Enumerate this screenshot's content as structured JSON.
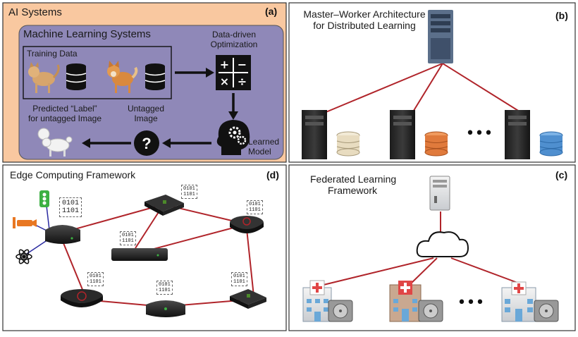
{
  "panel_a": {
    "title": "AI Systems",
    "tag": "(a)",
    "ml_title": "Machine Learning Systems",
    "training_data": "Training Data",
    "optimization": [
      "Data-driven",
      "Optimization"
    ],
    "untagged": [
      "Untagged",
      "Image"
    ],
    "predicted": [
      "Predicted “Label”",
      "for untagged Image"
    ],
    "learned_model": [
      "Learned",
      "Model"
    ],
    "question_mark": "?",
    "calculator_symbols": [
      "+",
      "−",
      "×",
      "÷"
    ]
  },
  "panel_b": {
    "title": [
      "Master–Worker Architecture",
      "for Distributed Learning"
    ],
    "tag": "(b)",
    "ellipsis": "•••",
    "db_colors": [
      "#e8dcc0",
      "#e07a3c",
      "#4f8fcf"
    ]
  },
  "panel_c": {
    "title": [
      "Federated Learning",
      "Framework"
    ],
    "tag": "(c)",
    "ellipsis": "•••"
  },
  "panel_d": {
    "title": "Edge Computing Framework",
    "tag": "(d)",
    "binary": [
      "0101",
      "1101"
    ]
  },
  "colors": {
    "outer_orange": "#f9c8a0",
    "inner_purple": "#8f88b8",
    "link_red": "#b0242a",
    "border": "#333333"
  }
}
